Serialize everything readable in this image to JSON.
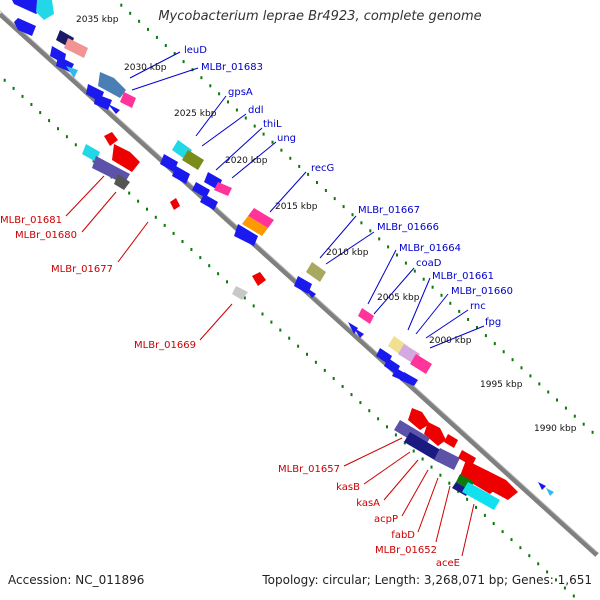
{
  "title": "Mycobacterium leprae Br4923, complete genome",
  "footer": {
    "accession": "Accession: NC_011896",
    "info": "Topology: circular; Length: 3,268,071 bp; Genes: 1,651"
  },
  "colors": {
    "backbone": "#808080",
    "forward_tick": "#0b7a0b",
    "forward_label": "#0000cc",
    "reverse_label": "#cc0000",
    "forward_gene": "#0000ee",
    "reverse_gene": "#ee0000"
  },
  "scale_labels": [
    "2035 kbp",
    "2030 kbp",
    "2025 kbp",
    "2020 kbp",
    "2015 kbp",
    "2010 kbp",
    "2005 kbp",
    "2000 kbp",
    "1995 kbp",
    "1990 kbp"
  ],
  "forward_labels": [
    "leuD",
    "MLBr_01683",
    "gpsA",
    "ddl",
    "thiL",
    "ung",
    "recG",
    "MLBr_01667",
    "MLBr_01666",
    "MLBr_01664",
    "coaD",
    "MLBr_01661",
    "MLBr_01660",
    "rnc",
    "fpg"
  ],
  "reverse_labels": [
    "MLBr_01681",
    "MLBr_01680",
    "MLBr_01677",
    "MLBr_01669",
    "MLBr_01657",
    "kasB",
    "kasA",
    "acpP",
    "fabD",
    "MLBr_01652",
    "aceE"
  ]
}
